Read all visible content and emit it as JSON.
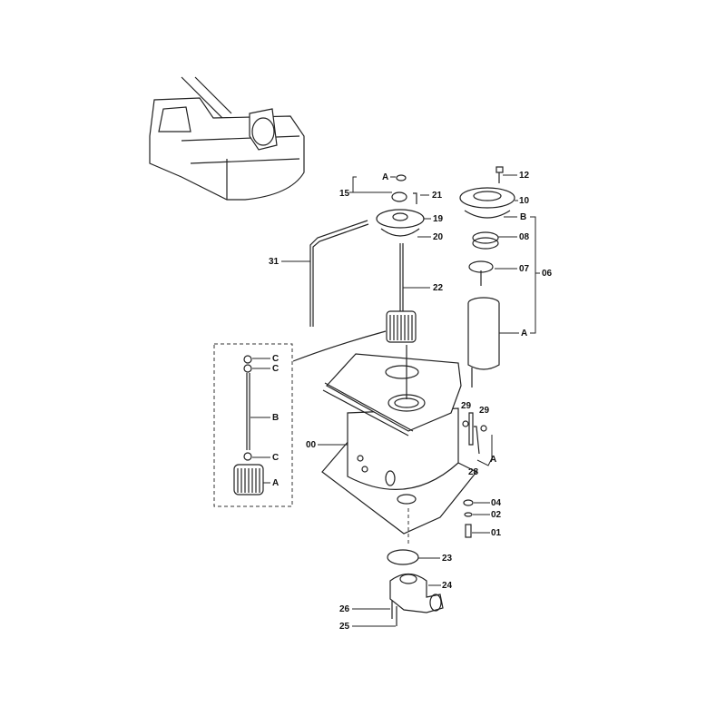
{
  "labels": {
    "top_a": "A",
    "p15": "15",
    "p21": "21",
    "p19": "19",
    "p20": "20",
    "p31": "31",
    "p22": "22",
    "p12": "12",
    "p10": "10",
    "p06_b": "B",
    "p08": "08",
    "p07": "07",
    "p06": "06",
    "p06_a": "A",
    "inset_c1": "C",
    "inset_c2": "C",
    "inset_b": "B",
    "inset_c3": "C",
    "inset_a": "A",
    "p00": "00",
    "p29a": "29",
    "p29b": "29",
    "p28_a": "A",
    "p28": "28",
    "p04": "04",
    "p02": "02",
    "p01": "01",
    "p23": "23",
    "p24": "24",
    "p26": "26",
    "p25": "25"
  }
}
